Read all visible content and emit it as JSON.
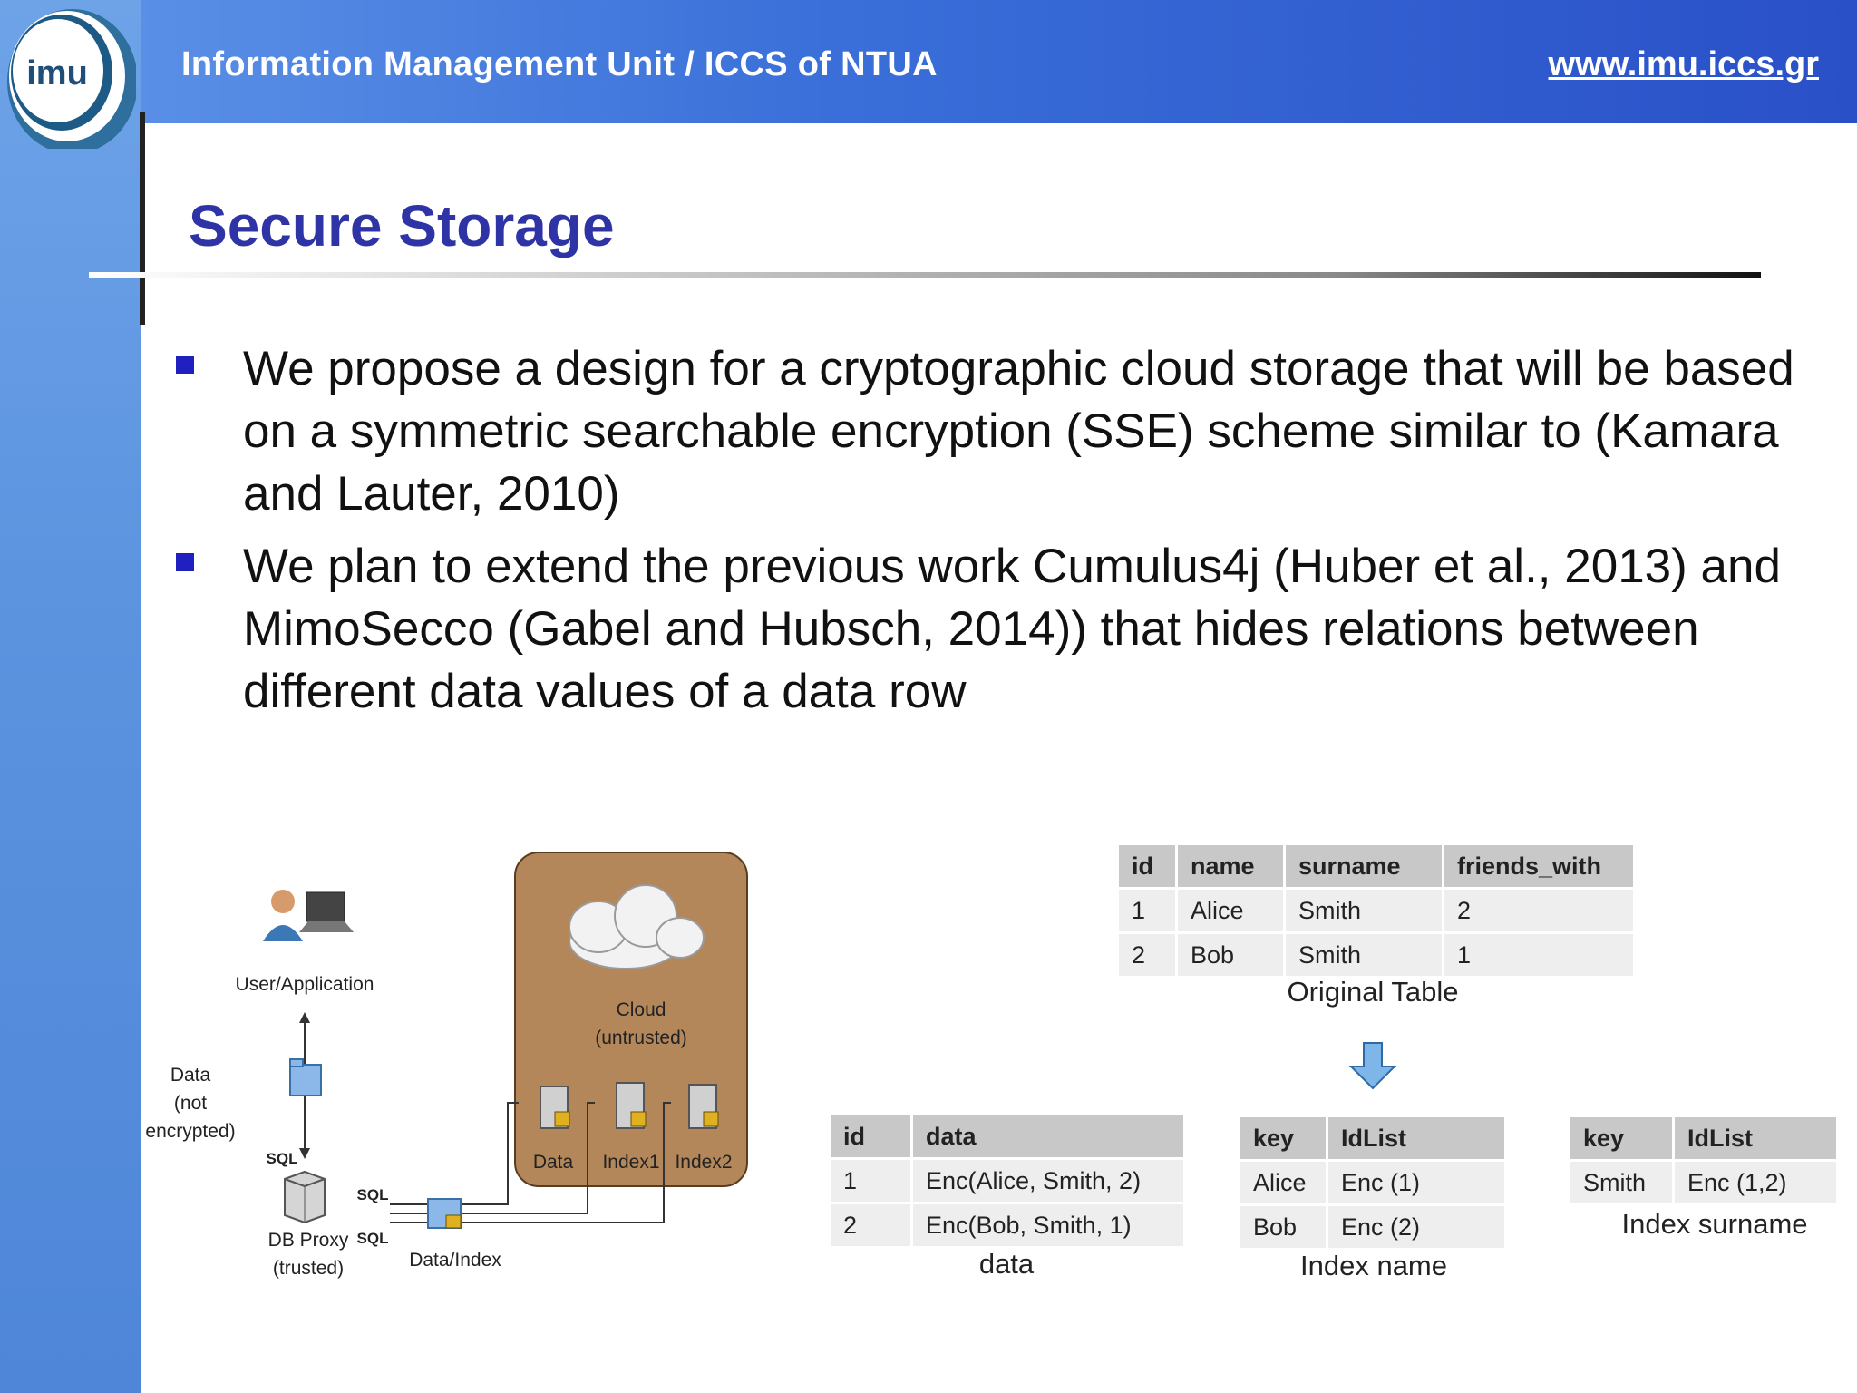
{
  "header": {
    "logo_text": "imu",
    "title": "Information Management Unit / ICCS of NTUA",
    "url": "www.imu.iccs.gr"
  },
  "slide": {
    "title": "Secure Storage",
    "bullets": [
      "We propose a design for a cryptographic cloud storage that will be based on a symmetric searchable encryption (SSE) scheme similar to (Kamara and Lauter, 2010)",
      "We plan to extend the previous work Cumulus4j (Huber et al., 2013) and MimoSecco (Gabel and Hubsch, 2014)) that hides relations between different data values of a data row"
    ]
  },
  "diagram": {
    "user_label": "User/Application",
    "data_label_1": "Data",
    "data_label_2": "(not",
    "data_label_3": "encrypted)",
    "sql_1": "SQL",
    "sql_2": "SQL",
    "sql_3": "SQL",
    "proxy_label_1": "DB Proxy",
    "proxy_label_2": "(trusted)",
    "data_index_label": "Data/Index",
    "cloud_label_1": "Cloud",
    "cloud_label_2": "(untrusted)",
    "server_data": "Data",
    "server_index1": "Index1",
    "server_index2": "Index2"
  },
  "original_table": {
    "headers": [
      "id",
      "name",
      "surname",
      "friends_with"
    ],
    "rows": [
      [
        "1",
        "Alice",
        "Smith",
        "2"
      ],
      [
        "2",
        "Bob",
        "Smith",
        "1"
      ]
    ],
    "caption": "Original Table"
  },
  "data_table": {
    "headers": [
      "id",
      "data"
    ],
    "rows": [
      [
        "1",
        "Enc(Alice, Smith, 2)"
      ],
      [
        "2",
        "Enc(Bob, Smith, 1)"
      ]
    ],
    "caption": "data"
  },
  "index_name_table": {
    "headers": [
      "key",
      "IdList"
    ],
    "rows": [
      [
        "Alice",
        "Enc (1)"
      ],
      [
        "Bob",
        "Enc (2)"
      ]
    ],
    "caption": "Index name"
  },
  "index_surname_table": {
    "headers": [
      "key",
      "IdList"
    ],
    "rows": [
      [
        "Smith",
        "Enc (1,2)"
      ]
    ],
    "caption": "Index surname"
  }
}
